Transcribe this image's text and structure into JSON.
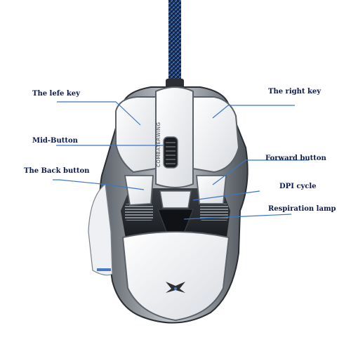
{
  "diagram": {
    "labels": {
      "left_key": "The lefe key",
      "right_key": "The right key",
      "mid_button": "Mid-Button",
      "forward_button": "Forward button",
      "back_button": "The Back button",
      "dpi_cycle": "DPI cycle",
      "respiration_lamp": "Respiration lamp"
    },
    "brand_text": "COMBATERWING",
    "colors": {
      "callout_line": "#3b78c2",
      "label_text": "#0b1a4a",
      "shell_white": "#f2f3f5",
      "metal_dark": "#2c2f33",
      "metal_mid": "#8a9099",
      "cable_blue": "#2a5fb0"
    },
    "icons": {
      "logo": "wing-logo-icon"
    }
  }
}
